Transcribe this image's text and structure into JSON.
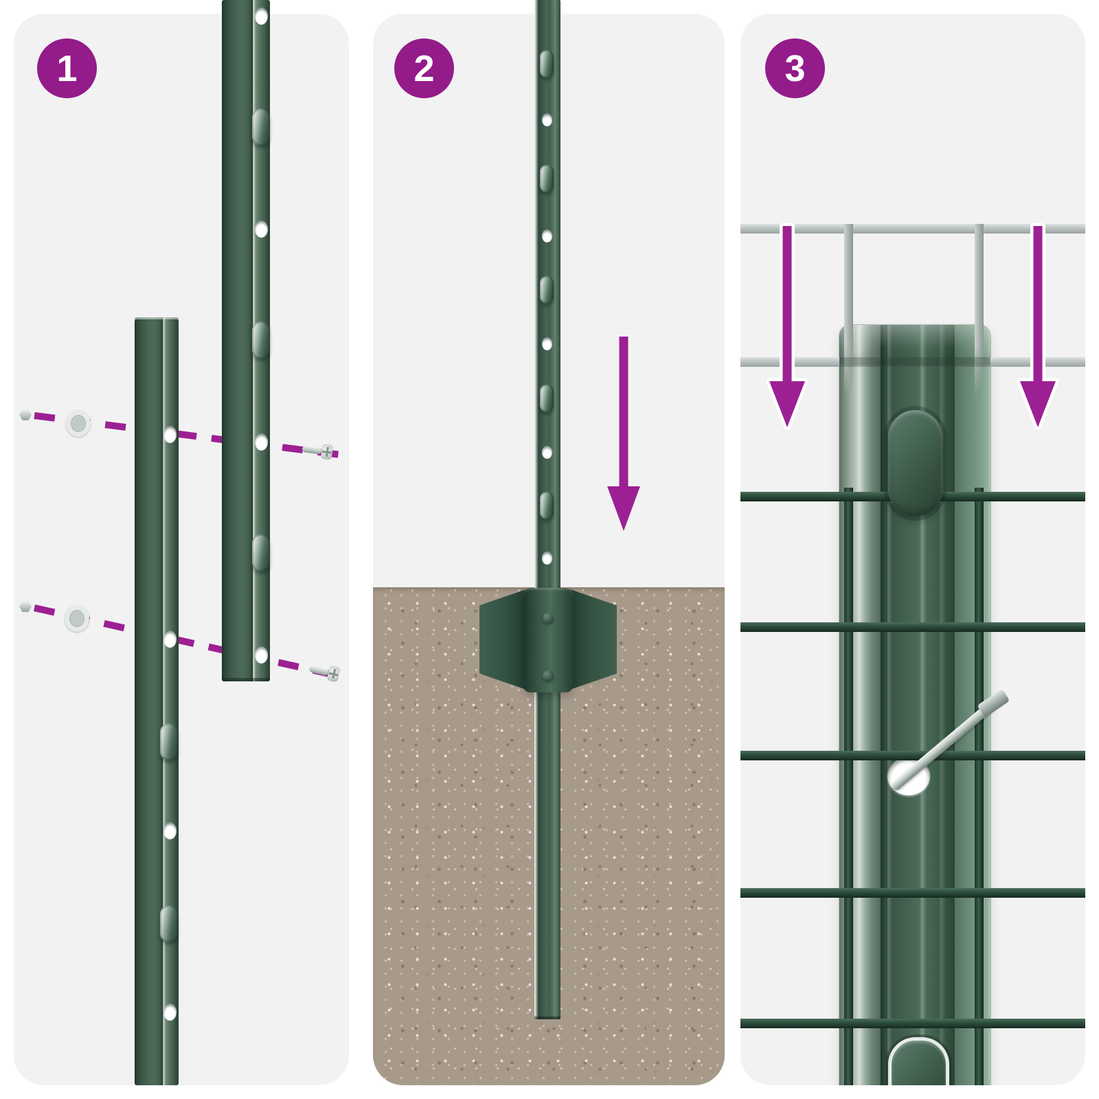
{
  "illustration": {
    "type": "fence-post-installation-instructions",
    "steps": [
      {
        "number": "1",
        "depicts": [
          "u-post-tall",
          "u-post-short",
          "dashed-assembly-line",
          "screw-icon",
          "washer-icon",
          "nut-icon"
        ]
      },
      {
        "number": "2",
        "depicts": [
          "u-post",
          "ground-anchor",
          "soil",
          "arrow-down-icon"
        ]
      },
      {
        "number": "3",
        "depicts": [
          "u-post-closeup",
          "gray-mesh-wires",
          "green-mesh-wires",
          "hook-tab",
          "post-hole",
          "wire-clip",
          "arrow-down-icon"
        ]
      }
    ]
  },
  "colors": {
    "accent_purple": "#9c2093",
    "badge_purple": "#941b8a",
    "page_bg": "#ffffff",
    "panel_bg": "#f2f2f2",
    "post_green": "#3f5c4f",
    "post_green_dark": "#2a4438",
    "post_green_light": "#6f8f7d",
    "metal_silver": "#c6d0cb",
    "wire_green": "#2e4c40",
    "wire_gray": "#b6bdbc",
    "soil_base": "#a79a8b"
  }
}
